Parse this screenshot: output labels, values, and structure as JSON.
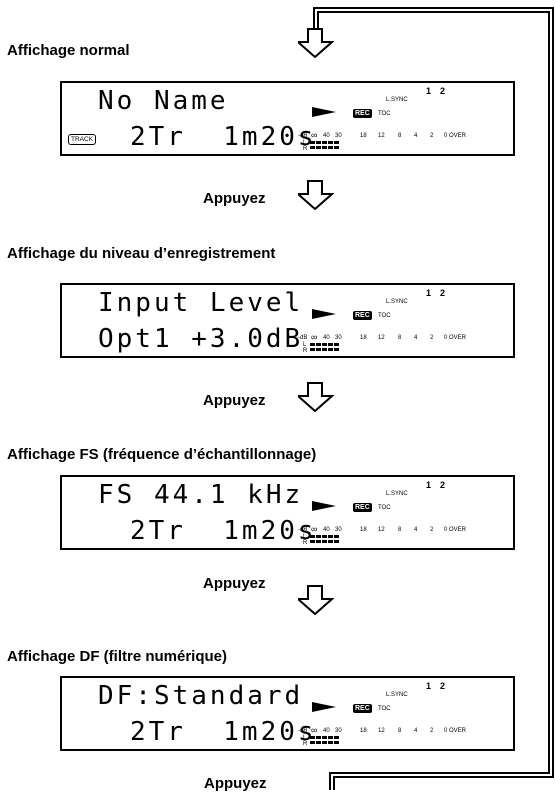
{
  "headings": [
    "Affichage normal",
    "Affichage du niveau d’enregistrement",
    "Affichage FS (fréquence d’échantillonnage)",
    "Affichage DF (filtre numérique)"
  ],
  "press_label": "Appuyez",
  "panels": [
    {
      "line1": "No Name",
      "line2": "2Tr  1m20s",
      "track_badge": "TRACK"
    },
    {
      "line1": "Input Level",
      "line2": "Opt1 +3.0dB",
      "track_badge": ""
    },
    {
      "line1": "FS 44.1 kHz",
      "line2": "2Tr  1m20s",
      "track_badge": ""
    },
    {
      "line1": "DF:Standard",
      "line2": "2Tr  1m20s",
      "track_badge": ""
    }
  ],
  "indicators": {
    "lsync": "L.SYNC",
    "rec": "REC",
    "toc": "TOC",
    "channel_1": "1",
    "channel_2": "2",
    "db": "-dB",
    "l": "L",
    "r": "R",
    "inf": "∞",
    "scale": [
      "40",
      "30",
      "18",
      "12",
      "8",
      "4",
      "2",
      "0 OVER"
    ]
  }
}
